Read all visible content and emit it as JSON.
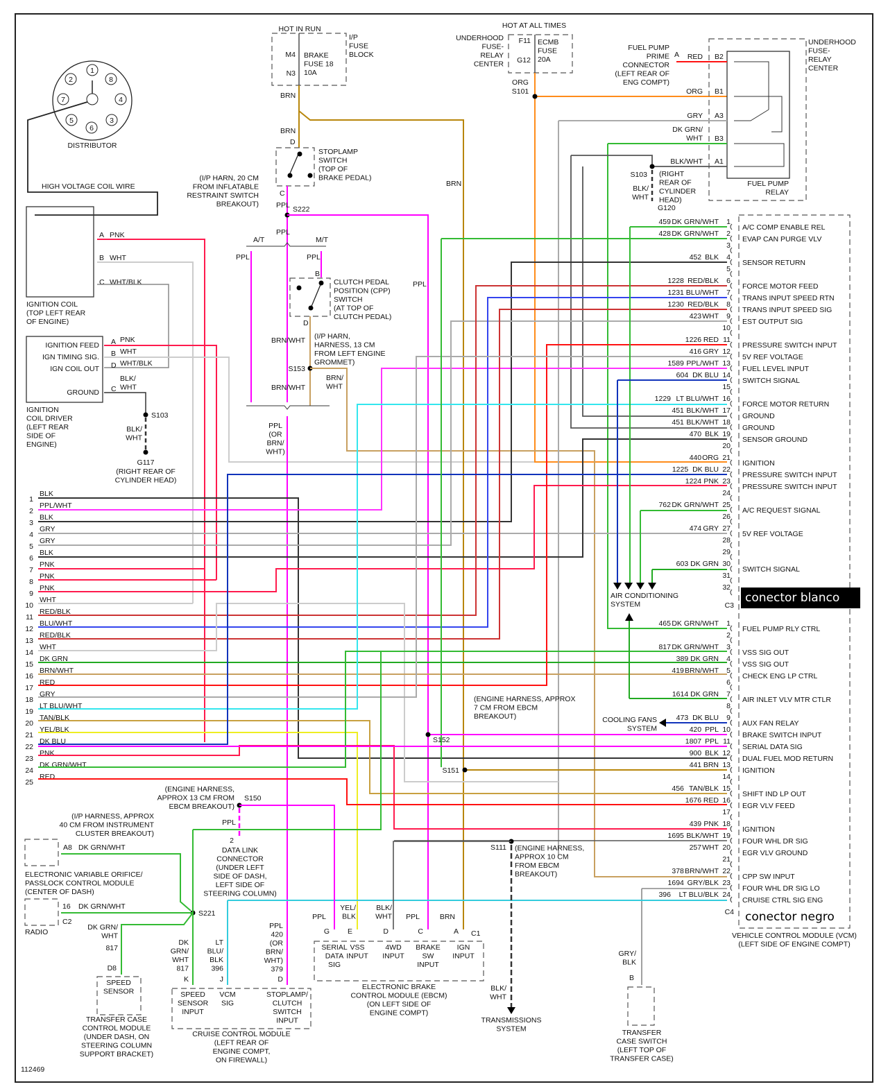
{
  "figure_id": "112469",
  "colors": {
    "BLK": "#333333",
    "PPL": "#ff00ff",
    "PPL/WHT": "#ff33ff",
    "GRY": "#aaaaaa",
    "PNK": "#ff1a4d",
    "WHT": "#cccccc",
    "RED/BLK": "#cc3333",
    "BLU/WHT": "#3344ee",
    "DK GRN": "#22aa22",
    "BRN/WHT": "#c8a060",
    "RED": "#ff1111",
    "LT BLU/WHT": "#33e6ee",
    "TAN/BLK": "#c8a040",
    "YEL/BLK": "#eeee22",
    "DK BLU": "#1133bb",
    "DK GRN/WHT": "#33bb33",
    "ORG": "#ff8c1a",
    "BRN": "#b8860b",
    "BLK/WHT": "#555555",
    "WHT/BLK": "#888888",
    "LT BLU/BLK": "#33ccdd",
    "GRY/BLK": "#888888"
  },
  "distributor": {
    "label": "DISTRIBUTOR",
    "cylinders": [
      "1",
      "8",
      "4",
      "3",
      "6",
      "5",
      "7",
      "2"
    ]
  },
  "hv_coil_wire": "HIGH VOLTAGE COIL WIRE",
  "ignition_coil": {
    "label": [
      "IGNITION COIL",
      "(TOP LEFT REAR",
      "OF ENGINE)"
    ],
    "pins": [
      {
        "pin": "A",
        "color": "PNK"
      },
      {
        "pin": "B",
        "color": "WHT"
      },
      {
        "pin": "C",
        "color": "WHT/BLK"
      }
    ]
  },
  "ignition_coil_driver": {
    "label": [
      "IGNITION",
      "COIL DRIVER",
      "(LEFT REAR",
      "SIDE OF",
      "ENGINE)"
    ],
    "pins": [
      {
        "name": "IGNITION FEED",
        "pin": "A",
        "color": "PNK"
      },
      {
        "name": "IGN TIMING SIG.",
        "pin": "B",
        "color": "WHT"
      },
      {
        "name": "IGN COIL OUT",
        "pin": "D",
        "color": "WHT/BLK"
      },
      {
        "name": "GROUND",
        "pin": "C",
        "color": "BLK/ WHT"
      }
    ],
    "splice": "S103",
    "splice_color": [
      "BLK/",
      "WHT"
    ],
    "ground": "G117",
    "ground_loc": [
      "(RIGHT REAR OF",
      "CYLINDER HEAD)"
    ]
  },
  "ip_fuse_block": {
    "header": "HOT IN RUN",
    "name": [
      "I/P",
      "FUSE",
      "BLOCK"
    ],
    "pin_in": "M4",
    "pin_out": "N3",
    "fuse": [
      "BRAKE",
      "FUSE 18",
      "10A"
    ],
    "out_color": "BRN"
  },
  "underhood_fuse": {
    "header": "HOT AT ALL TIMES",
    "name": [
      "UNDERHOOD",
      "FUSE-",
      "RELAY",
      "CENTER"
    ],
    "pin_in": "F11",
    "pin_out": "G12",
    "fuse": [
      "ECMB",
      "FUSE",
      "20A"
    ],
    "out_color": "ORG",
    "splice": "S101"
  },
  "stoplamp_switch": {
    "label": [
      "STOPLAMP",
      "SWITCH",
      "(TOP OF",
      "BRAKE PEDAL)"
    ],
    "pin_top": "D",
    "pin_bottom": "C",
    "wire_in": "BRN",
    "wire_out": "PPL"
  },
  "s222": {
    "id": "S222",
    "note": [
      "(I/P HARN, 20 CM",
      "FROM INFLATABLE",
      "RESTRAINT SWITCH",
      "BREAKOUT)"
    ]
  },
  "at_mt": {
    "at": "A/T",
    "mt": "M/T",
    "ppl": "PPL"
  },
  "cpp_switch": {
    "label": [
      "CLUTCH PEDAL",
      "POSITION (CPP)",
      "SWITCH",
      "(AT TOP OF",
      "CLUTCH PEDAL)"
    ],
    "pin_top": "B",
    "pin_bottom": "D",
    "wire_out": "BRN/WHT"
  },
  "s153": {
    "id": "S153",
    "note": [
      "(I/P HARN,",
      "HARNESS, 13 CM",
      "FROM LEFT ENGINE",
      "GROMMET)"
    ],
    "branch": [
      "BRN/",
      "WHT"
    ]
  },
  "ppl_or": [
    "PPL",
    "(OR",
    "BRN/",
    "WHT)"
  ],
  "brn_label": "BRN",
  "ppl_label": "PPL",
  "fuel_pump_relay": {
    "center": [
      "UNDERHOOD",
      "FUSE-",
      "RELAY",
      "CENTER"
    ],
    "label": [
      "FUEL PUMP",
      "RELAY"
    ],
    "prime": [
      "FUEL PUMP",
      "PRIME",
      "CONNECTOR",
      "(LEFT REAR OF",
      "ENG COMPT)"
    ],
    "prime_pin": "A",
    "pins": [
      {
        "pin": "B2",
        "color": "RED"
      },
      {
        "pin": "B1",
        "color": "ORG"
      },
      {
        "pin": "A3",
        "color": "GRY"
      },
      {
        "pin": "B3",
        "color": "DK GRN/ WHT"
      },
      {
        "pin": "A1",
        "color": "BLK/WHT"
      }
    ],
    "splice": "S103",
    "splice_note": [
      "(RIGHT",
      "REAR OF",
      "CYLINDER",
      "HEAD)"
    ],
    "splice_color": [
      "BLK/",
      "WHT"
    ],
    "ground": "G120"
  },
  "left_connector": [
    {
      "n": "1",
      "color": "BLK"
    },
    {
      "n": "2",
      "color": "PPL/WHT"
    },
    {
      "n": "3",
      "color": "BLK"
    },
    {
      "n": "4",
      "color": "GRY"
    },
    {
      "n": "5",
      "color": "GRY"
    },
    {
      "n": "6",
      "color": "BLK"
    },
    {
      "n": "7",
      "color": "PNK"
    },
    {
      "n": "8",
      "color": "PNK"
    },
    {
      "n": "9",
      "color": "PNK"
    },
    {
      "n": "10",
      "color": "WHT"
    },
    {
      "n": "11",
      "color": "RED/BLK"
    },
    {
      "n": "12",
      "color": "BLU/WHT"
    },
    {
      "n": "13",
      "color": "RED/BLK"
    },
    {
      "n": "14",
      "color": "WHT"
    },
    {
      "n": "15",
      "color": "DK GRN"
    },
    {
      "n": "16",
      "color": "BRN/WHT"
    },
    {
      "n": "17",
      "color": "RED"
    },
    {
      "n": "18",
      "color": "GRY"
    },
    {
      "n": "19",
      "color": "LT BLU/WHT"
    },
    {
      "n": "20",
      "color": "TAN/BLK"
    },
    {
      "n": "21",
      "color": "YEL/BLK"
    },
    {
      "n": "22",
      "color": "DK BLU"
    },
    {
      "n": "23",
      "color": "PNK"
    },
    {
      "n": "24",
      "color": "DK GRN/WHT"
    },
    {
      "n": "25",
      "color": "RED"
    }
  ],
  "vcm_c3": {
    "connector": "C3",
    "annotation": "conector blanco",
    "pins": [
      {
        "n": "1",
        "circuit": "459",
        "color": "DK GRN/WHT",
        "function": "A/C COMP ENABLE REL"
      },
      {
        "n": "2",
        "circuit": "428",
        "color": "DK GRN/WHT",
        "function": "EVAP CAN PURGE VLV"
      },
      {
        "n": "3",
        "circuit": "",
        "color": "",
        "function": ""
      },
      {
        "n": "4",
        "circuit": "452",
        "color": "BLK",
        "function": "SENSOR RETURN"
      },
      {
        "n": "5",
        "circuit": "",
        "color": "",
        "function": ""
      },
      {
        "n": "6",
        "circuit": "1228",
        "color": "RED/BLK",
        "function": "FORCE MOTOR FEED"
      },
      {
        "n": "7",
        "circuit": "1231",
        "color": "BLU/WHT",
        "function": "TRANS INPUT SPEED RTN"
      },
      {
        "n": "8",
        "circuit": "1230",
        "color": "RED/BLK",
        "function": "TRANS INPUT SPEED SIG"
      },
      {
        "n": "9",
        "circuit": "423",
        "color": "WHT",
        "function": "EST OUTPUT SIG"
      },
      {
        "n": "10",
        "circuit": "",
        "color": "",
        "function": ""
      },
      {
        "n": "11",
        "circuit": "1226",
        "color": "RED",
        "function": "PRESSURE SWITCH INPUT"
      },
      {
        "n": "12",
        "circuit": "416",
        "color": "GRY",
        "function": "5V REF VOLTAGE"
      },
      {
        "n": "13",
        "circuit": "1589",
        "color": "PPL/WHT",
        "function": "FUEL LEVEL INPUT"
      },
      {
        "n": "14",
        "circuit": "604",
        "color": "DK BLU",
        "function": "SWITCH SIGNAL"
      },
      {
        "n": "15",
        "circuit": "",
        "color": "",
        "function": ""
      },
      {
        "n": "16",
        "circuit": "1229",
        "color": "LT BLU/WHT",
        "function": "FORCE MOTOR RETURN"
      },
      {
        "n": "17",
        "circuit": "451",
        "color": "BLK/WHT",
        "function": "GROUND"
      },
      {
        "n": "18",
        "circuit": "451",
        "color": "BLK/WHT",
        "function": "GROUND"
      },
      {
        "n": "19",
        "circuit": "470",
        "color": "BLK",
        "function": "SENSOR GROUND"
      },
      {
        "n": "20",
        "circuit": "",
        "color": "",
        "function": ""
      },
      {
        "n": "21",
        "circuit": "440",
        "color": "ORG",
        "function": "IGNITION"
      },
      {
        "n": "22",
        "circuit": "1225",
        "color": "DK BLU",
        "function": "PRESSURE SWITCH INPUT"
      },
      {
        "n": "23",
        "circuit": "1224",
        "color": "PNK",
        "function": "PRESSURE SWITCH INPUT"
      },
      {
        "n": "24",
        "circuit": "",
        "color": "",
        "function": ""
      },
      {
        "n": "25",
        "circuit": "762",
        "color": "DK GRN/WHT",
        "function": "A/C REQUEST SIGNAL"
      },
      {
        "n": "26",
        "circuit": "",
        "color": "",
        "function": ""
      },
      {
        "n": "27",
        "circuit": "474",
        "color": "GRY",
        "function": "5V REF VOLTAGE"
      },
      {
        "n": "28",
        "circuit": "",
        "color": "",
        "function": ""
      },
      {
        "n": "29",
        "circuit": "",
        "color": "",
        "function": ""
      },
      {
        "n": "30",
        "circuit": "603",
        "color": "DK GRN",
        "function": "SWITCH SIGNAL"
      },
      {
        "n": "31",
        "circuit": "",
        "color": "",
        "function": ""
      },
      {
        "n": "32",
        "circuit": "",
        "color": "",
        "function": ""
      }
    ]
  },
  "vcm_c4": {
    "connector": "C4",
    "annotation": "conector negro",
    "pins": [
      {
        "n": "1",
        "circuit": "465",
        "color": "DK GRN/WHT",
        "function": "FUEL PUMP RLY CTRL"
      },
      {
        "n": "2",
        "circuit": "",
        "color": "",
        "function": ""
      },
      {
        "n": "3",
        "circuit": "817",
        "color": "DK GRN/WHT",
        "function": "VSS SIG OUT"
      },
      {
        "n": "4",
        "circuit": "389",
        "color": "DK GRN",
        "function": "VSS SIG OUT"
      },
      {
        "n": "5",
        "circuit": "419",
        "color": "BRN/WHT",
        "function": "CHECK ENG LP CTRL"
      },
      {
        "n": "6",
        "circuit": "",
        "color": "",
        "function": ""
      },
      {
        "n": "7",
        "circuit": "1614",
        "color": "DK GRN",
        "function": "AIR INLET VLV MTR CTLR"
      },
      {
        "n": "8",
        "circuit": "",
        "color": "",
        "function": ""
      },
      {
        "n": "9",
        "circuit": "473",
        "color": "DK BLU",
        "function": "AUX FAN RELAY"
      },
      {
        "n": "10",
        "circuit": "420",
        "color": "PPL",
        "function": "BRAKE SWITCH INPUT"
      },
      {
        "n": "11",
        "circuit": "1807",
        "color": "PPL",
        "function": "SERIAL DATA SIG"
      },
      {
        "n": "12",
        "circuit": "900",
        "color": "BLK",
        "function": "DUAL FUEL MOD RETURN"
      },
      {
        "n": "13",
        "circuit": "441",
        "color": "BRN",
        "function": "IGNITION"
      },
      {
        "n": "14",
        "circuit": "",
        "color": "",
        "function": ""
      },
      {
        "n": "15",
        "circuit": "456",
        "color": "TAN/BLK",
        "function": "SHIFT IND LP OUT"
      },
      {
        "n": "16",
        "circuit": "1676",
        "color": "RED",
        "function": "EGR VLV FEED"
      },
      {
        "n": "17",
        "circuit": "",
        "color": "",
        "function": ""
      },
      {
        "n": "18",
        "circuit": "439",
        "color": "PNK",
        "function": "IGNITION"
      },
      {
        "n": "19",
        "circuit": "1695",
        "color": "BLK/WHT",
        "function": "FOUR WHL DR SIG"
      },
      {
        "n": "20",
        "circuit": "257",
        "color": "WHT",
        "function": "EGR VLV GROUND"
      },
      {
        "n": "21",
        "circuit": "",
        "color": "",
        "function": ""
      },
      {
        "n": "22",
        "circuit": "378",
        "color": "BRN/WHT",
        "function": "CPP SW INPUT"
      },
      {
        "n": "23",
        "circuit": "1694",
        "color": "GRY/BLK",
        "function": "FOUR WHL DR SIG LO"
      },
      {
        "n": "24",
        "circuit": "396",
        "color": "LT BLU/BLK",
        "function": "CRUISE CTRL SIG ENG"
      }
    ]
  },
  "vcm": {
    "label": [
      "VEHICLE CONTROL MODULE (VCM)",
      "(LEFT SIDE OF ENGINE COMPT)"
    ]
  },
  "ac_system": [
    "AIR CONDITIONING",
    "SYSTEM"
  ],
  "cooling_fans": [
    "COOLING FANS",
    "SYSTEM"
  ],
  "s152": {
    "id": "S152",
    "note": [
      "(ENGINE HARNESS, APPROX",
      "7 CM FROM EBCM",
      "BREAKOUT)"
    ]
  },
  "s151": {
    "id": "S151"
  },
  "s150": {
    "id": "S150",
    "note": [
      "(ENGINE HARNESS,",
      "APPROX 13 CM FROM",
      "EBCM BREAKOUT)"
    ]
  },
  "s111": {
    "id": "S111",
    "note": [
      "(ENGINE HARNESS,",
      "APPROX 10 CM",
      "FROM EBCM",
      "BREAKOUT)"
    ],
    "color": [
      "BLK/",
      "WHT"
    ]
  },
  "transmissions": [
    "TRANSMISSIONS",
    "SYSTEM"
  ],
  "data_link": {
    "pin": "2",
    "label": [
      "DATA LINK",
      "CONNECTOR",
      "(UNDER LEFT",
      "SIDE OF DASH,",
      "LEFT SIDE OF",
      "STEERING COLUMN)"
    ]
  },
  "s221": {
    "id": "S221",
    "note": [
      "(I/P HARNESS, APPROX",
      "40 CM FROM INSTRUMENT",
      "CLUSTER BREAKOUT)"
    ]
  },
  "evo_module": {
    "pin": "A8",
    "color": "DK GRN/WHT",
    "label": [
      "ELECTRONIC VARIABLE ORIFICE/",
      "PASSLOCK CONTROL MODULE",
      "(CENTER OF DASH)"
    ]
  },
  "radio": {
    "pin": "16",
    "connector": "C2",
    "color": "DK GRN/WHT",
    "label": "RADIO"
  },
  "transfer_case_module": {
    "pin": "D8",
    "color": [
      "DK GRN/",
      "WHT"
    ],
    "circuit": "817",
    "inner": [
      "SPEED",
      "SENSOR"
    ],
    "label": [
      "TRANSFER CASE",
      "CONTROL MODULE",
      "(UNDER DASH, ON",
      "STEERING COLUMN",
      "SUPPORT BRACKET)"
    ]
  },
  "cruise_module": {
    "label": [
      "CRUISE CONTROL MODULE",
      "(LEFT REAR OF",
      "ENGINE COMPT,",
      "ON FIREWALL)"
    ],
    "pins": [
      {
        "pin": "K",
        "wire": [
          "DK",
          "GRN/",
          "WHT",
          "817"
        ],
        "function": [
          "SPEED",
          "SENSOR",
          "INPUT"
        ]
      },
      {
        "pin": "J",
        "wire": [
          "LT",
          "BLU/",
          "BLK",
          "396"
        ],
        "function": [
          "VCM",
          "SIG"
        ]
      },
      {
        "pin": "D",
        "wire": [
          "PPL",
          "420",
          "(OR",
          "BRN/",
          "WHT)",
          "379"
        ],
        "function": [
          "STOPLAMP/",
          "CLUTCH",
          "SWITCH",
          "INPUT"
        ]
      }
    ]
  },
  "ebcm": {
    "connector": "C1",
    "label": [
      "ELECTRONIC BRAKE",
      "CONTROL MODULE (EBCM)",
      "(ON LEFT SIDE OF",
      "ENGINE COMPT)"
    ],
    "pins": [
      {
        "pin": "G",
        "wire": [
          "PPL"
        ],
        "function": [
          "SERIAL",
          "DATA",
          "SIG"
        ]
      },
      {
        "pin": "E",
        "wire": [
          "YEL/",
          "BLK"
        ],
        "function": [
          "VSS",
          "INPUT"
        ]
      },
      {
        "pin": "D",
        "wire": [
          "BLK/",
          "WHT"
        ],
        "function": [
          "4WD",
          "INPUT"
        ]
      },
      {
        "pin": "C",
        "wire": [
          "PPL"
        ],
        "function": [
          "BRAKE",
          "SW",
          "INPUT"
        ]
      },
      {
        "pin": "A",
        "wire": [
          "BRN"
        ],
        "function": [
          "IGN",
          "INPUT"
        ]
      }
    ]
  },
  "transfer_case_switch": {
    "pin": "B",
    "wire": [
      "GRY/",
      "BLK"
    ],
    "label": [
      "TRANSFER",
      "CASE SWITCH",
      "(LEFT TOP OF",
      "TRANSFER CASE)"
    ]
  }
}
